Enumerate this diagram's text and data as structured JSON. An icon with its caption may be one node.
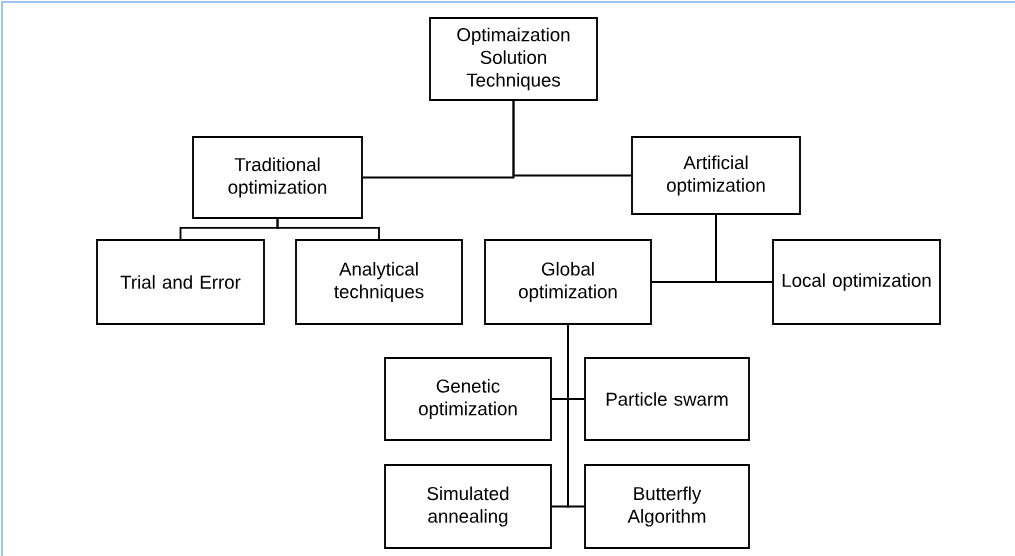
{
  "diagram": {
    "nodes": [
      {
        "text": [
          "Optimaization Solution Techniques"
        ]
      },
      {
        "text": [
          "Traditional optimization"
        ]
      },
      {
        "text": [
          "Artificial optimization"
        ]
      },
      {
        "text": [
          "Trial and Error"
        ]
      },
      {
        "text": [
          "Analytical techniques"
        ]
      },
      {
        "text": [
          "Global optimization"
        ]
      },
      {
        "text": [
          "Local optimization"
        ]
      },
      {
        "text": [
          "Genetic optimization"
        ]
      },
      {
        "text": [
          "Particle swarm"
        ]
      },
      {
        "text": [
          "Simulated annealing"
        ]
      },
      {
        "text": [
          "Butterfly Algorithm"
        ]
      }
    ],
    "edges": [
      {
        "from": 0,
        "to": 1,
        "arrow": "none"
      },
      {
        "from": 0,
        "to": 2,
        "arrow": "none"
      },
      {
        "from": 1,
        "to": 3,
        "arrow": "none"
      },
      {
        "from": 1,
        "to": 4,
        "arrow": "none"
      },
      {
        "from": 2,
        "to": 5,
        "arrow": "none"
      },
      {
        "from": 2,
        "to": 6,
        "arrow": "none"
      },
      {
        "from": 5,
        "to": 7,
        "arrow": "none"
      },
      {
        "from": 5,
        "to": 8,
        "arrow": "none"
      },
      {
        "from": 5,
        "to": 9,
        "arrow": "none"
      },
      {
        "from": 5,
        "to": 10,
        "arrow": "none"
      }
    ]
  }
}
